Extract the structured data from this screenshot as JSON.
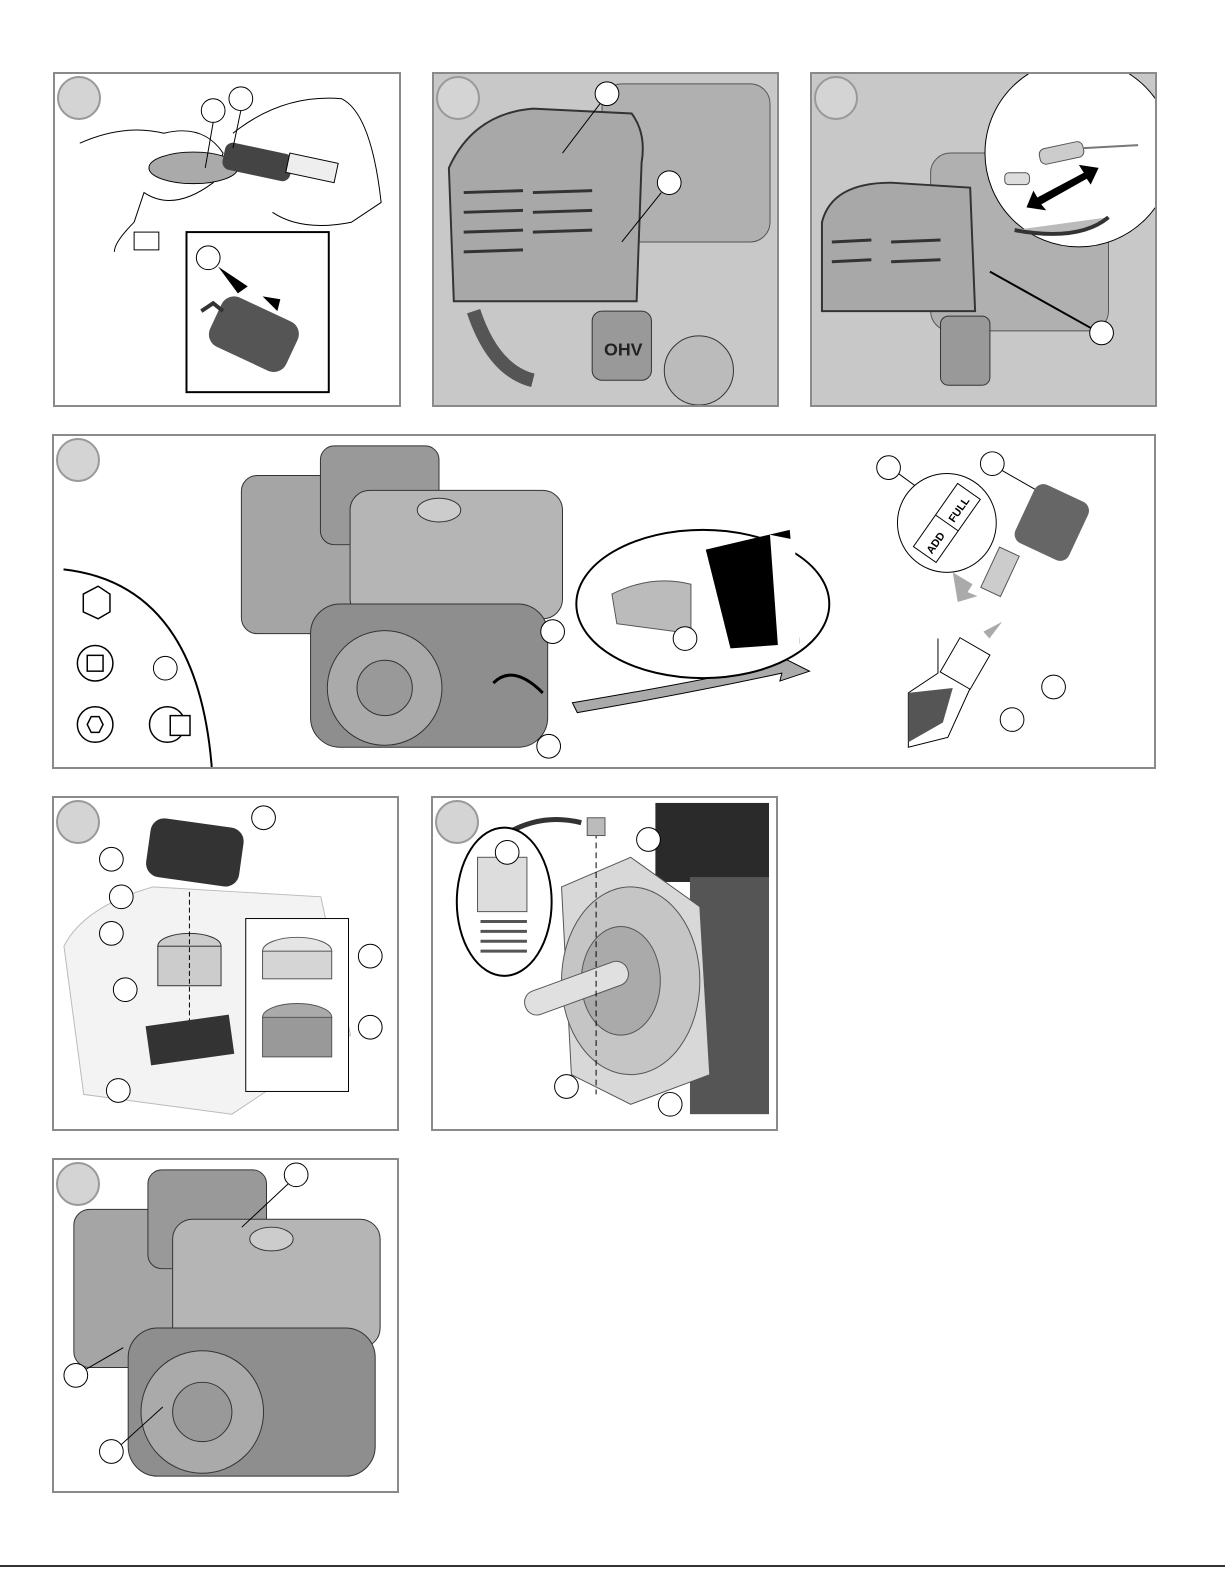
{
  "panels": [
    {
      "id": "spark-plug-gap"
    },
    {
      "id": "spark-plug-location"
    },
    {
      "id": "spark-tester"
    },
    {
      "id": "oil-check-and-drain"
    },
    {
      "id": "air-filter"
    },
    {
      "id": "gear-reduction-oil"
    },
    {
      "id": "engine-overview"
    }
  ],
  "dipstick": {
    "add_label": "ADD",
    "full_label": "FULL"
  },
  "engine": {
    "badge_label": "OHV"
  },
  "colors": {
    "panel_border": "#8a8a8a",
    "step_fill": "#d4d4d4",
    "engine_gray": "#9a9a9a"
  }
}
